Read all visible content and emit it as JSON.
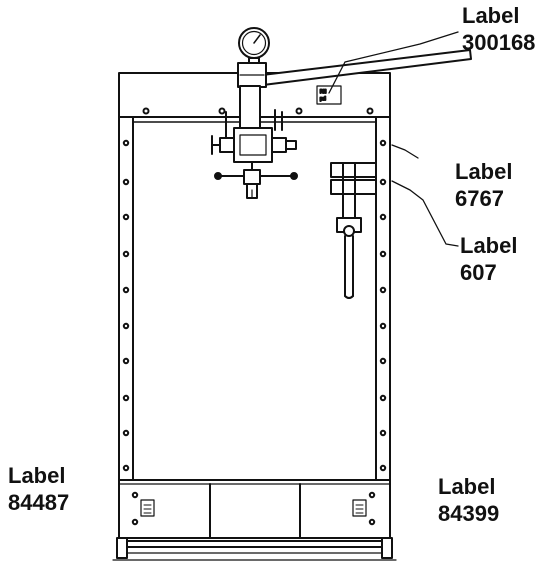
{
  "colors": {
    "ink": "#111111",
    "paper": "#ffffff"
  },
  "callouts": [
    {
      "id": "300168",
      "word": "Label",
      "number": "300168"
    },
    {
      "id": "6767",
      "word": "Label",
      "number": "6767"
    },
    {
      "id": "607",
      "word": "Label",
      "number": "607"
    },
    {
      "id": "84487",
      "word": "Label",
      "number": "84487"
    },
    {
      "id": "84399",
      "word": "Label",
      "number": "84399"
    }
  ]
}
